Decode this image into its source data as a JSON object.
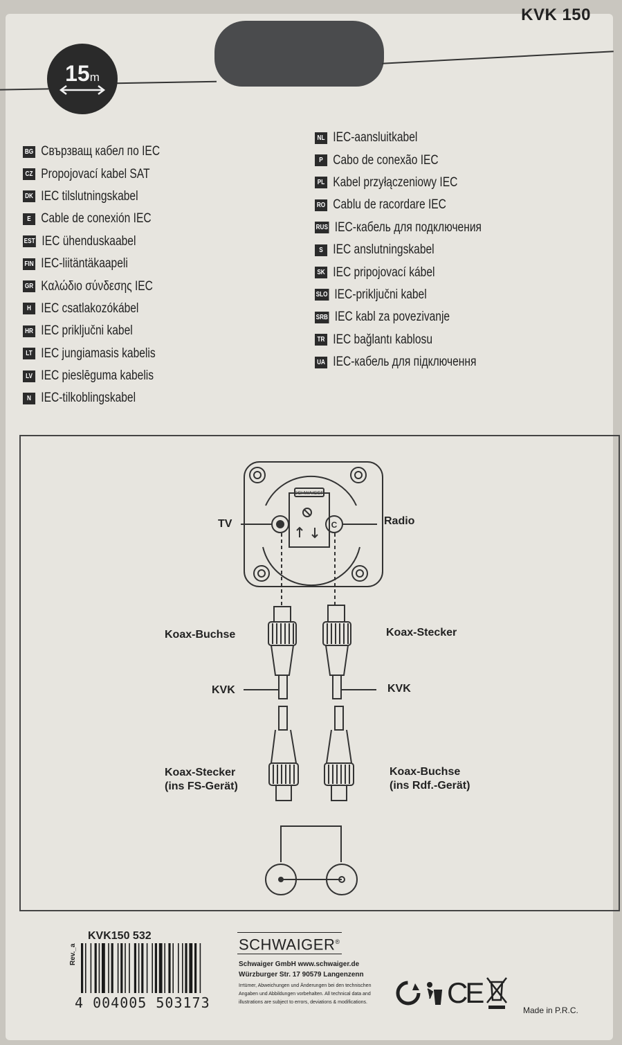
{
  "product": {
    "model": "KVK 150",
    "length_number": "15",
    "length_unit": "m"
  },
  "languages_left": [
    {
      "code": "BG",
      "text": "Свързващ кабел по IEC"
    },
    {
      "code": "CZ",
      "text": "Propojovací kabel SAT"
    },
    {
      "code": "DK",
      "text": "IEC tilslutningskabel"
    },
    {
      "code": "E",
      "text": "Cable de conexión IEC"
    },
    {
      "code": "EST",
      "text": "IEC ühenduskaabel"
    },
    {
      "code": "FIN",
      "text": "IEC-liitäntäkaapeli"
    },
    {
      "code": "GR",
      "text": "Καλώδιο σύνδεσης IEC"
    },
    {
      "code": "H",
      "text": "IEC csatlakozókábel"
    },
    {
      "code": "HR",
      "text": "IEC priključni kabel"
    },
    {
      "code": "LT",
      "text": "IEC jungiamasis kabelis"
    },
    {
      "code": "LV",
      "text": "IEC pieslēguma kabelis"
    },
    {
      "code": "N",
      "text": "IEC-tilkoblingskabel"
    }
  ],
  "languages_right": [
    {
      "code": "NL",
      "text": "IEC-aansluitkabel"
    },
    {
      "code": "P",
      "text": "Cabo de conexão IEC"
    },
    {
      "code": "PL",
      "text": "Kabel przyłączeniowy IEC"
    },
    {
      "code": "RO",
      "text": "Cablu de racordare IEC"
    },
    {
      "code": "RUS",
      "text": "IEC-кабель для подключения"
    },
    {
      "code": "S",
      "text": "IEC anslutningskabel"
    },
    {
      "code": "SK",
      "text": "IEC pripojovací kábel"
    },
    {
      "code": "SLO",
      "text": "IEC-priključni kabel"
    },
    {
      "code": "SRB",
      "text": "IEC kabl za povezivanje"
    },
    {
      "code": "TR",
      "text": "IEC bağlantı kablosu"
    },
    {
      "code": "UA",
      "text": "IEC-кабель для підключення"
    }
  ],
  "diagram": {
    "socket_brand": "SCHWAIGER",
    "tv": "TV",
    "radio": "Radio",
    "radio_symbol": "C",
    "left_upper": "Koax-Buchse",
    "right_upper": "Koax-Stecker",
    "kvk_left": "KVK",
    "kvk_right": "KVK",
    "left_lower_1": "Koax-Stecker",
    "left_lower_2": "(ins FS-Gerät)",
    "right_lower_1": "Koax-Buchse",
    "right_lower_2": "(ins Rdf.-Gerät)"
  },
  "footer": {
    "article_code": "KVK150 532",
    "rev": "Rev._a",
    "barcode_digits": "4 004005 503173",
    "brand": "SCHWAIGER",
    "company_line1": "Schwaiger GmbH   www.schwaiger.de",
    "company_line2": "Würzburger Str. 17   90579 Langenzenn",
    "disclaimer": "Irrtümer, Abweichungen und Änderungen bei den technischen Angaben und Abbildungen vorbehalten. All technical data and illustrations are subject to errors, deviations & modifications.",
    "ce_mark": "CE",
    "made_in": "Made in P.R.C."
  }
}
